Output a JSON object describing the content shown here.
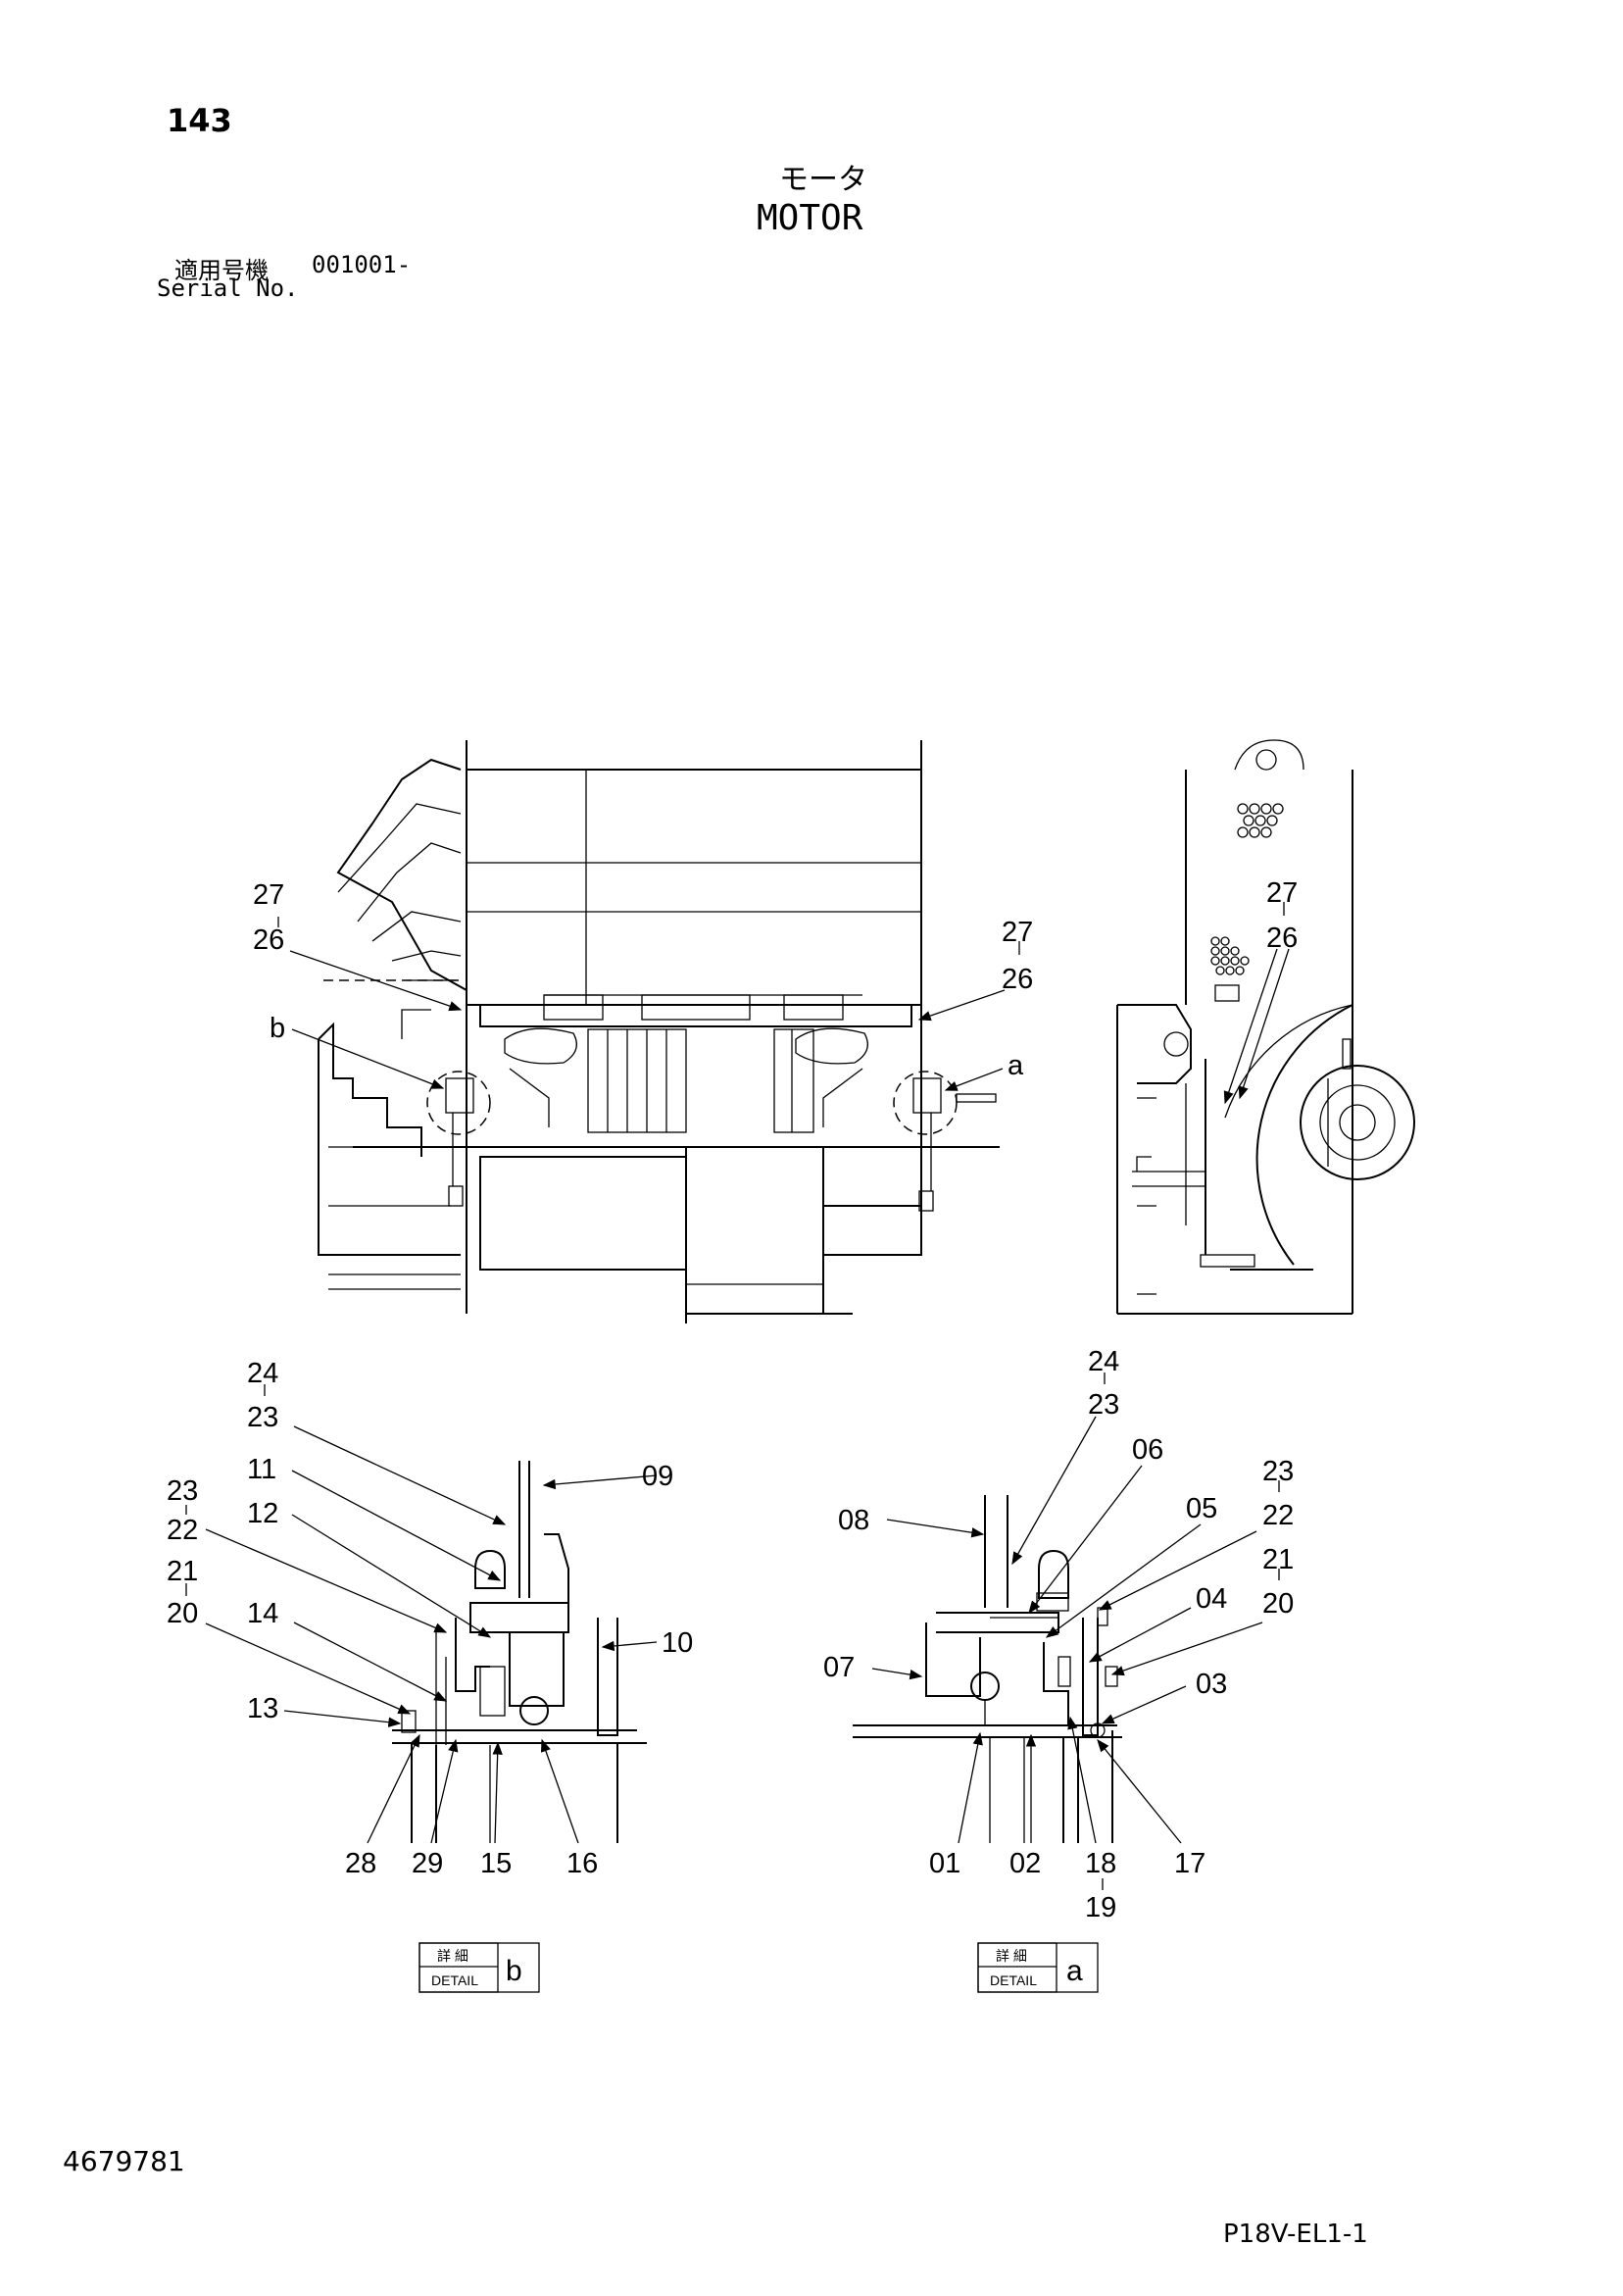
{
  "header": {
    "page_number": "143",
    "title_jp": "モータ",
    "title_en": "MOTOR",
    "serial_label_jp": "適用号機",
    "serial_value": "001001-",
    "serial_label_en": "Serial No."
  },
  "main_view": {
    "callouts": {
      "left_27": "27",
      "left_26": "26",
      "left_b": "b",
      "right_27": "27",
      "right_26": "26",
      "right_a": "a",
      "side_27": "27",
      "side_26": "26"
    }
  },
  "detail_b": {
    "labels": {
      "l24": "24",
      "l23a": "23",
      "l11": "11",
      "l12": "12",
      "l23b": "23",
      "l22": "22",
      "l21": "21",
      "l20": "20",
      "l14": "14",
      "l13": "13",
      "l09": "09",
      "l10": "10",
      "l28": "28",
      "l29": "29",
      "l15": "15",
      "l16": "16"
    },
    "box": {
      "jp": "詳 細",
      "en": "DETAIL",
      "letter": "b"
    }
  },
  "detail_a": {
    "labels": {
      "l24": "24",
      "l23a": "23",
      "l06": "06",
      "l08": "08",
      "l05": "05",
      "l23b": "23",
      "l22": "22",
      "l21": "21",
      "l20": "20",
      "l04": "04",
      "l07": "07",
      "l03": "03",
      "l01": "01",
      "l02": "02",
      "l18": "18",
      "l19": "19",
      "l17": "17"
    },
    "box": {
      "jp": "詳 細",
      "en": "DETAIL",
      "letter": "a"
    }
  },
  "footer": {
    "drawing_number": "4679781",
    "sheet_code": "P18V-EL1-1"
  }
}
